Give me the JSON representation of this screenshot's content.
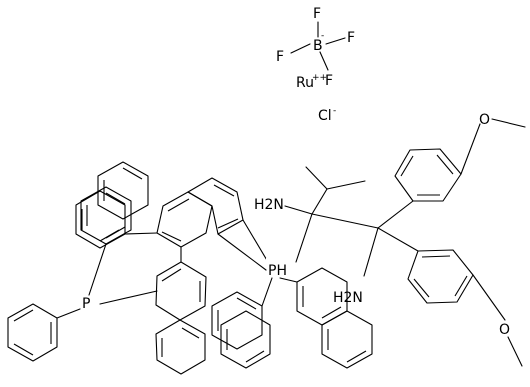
{
  "structure": {
    "atoms": {
      "F_top": "F",
      "F_left": "F",
      "F_right": "F",
      "F_bottom": "F",
      "B": "B",
      "B_charge": "-",
      "Ru": "Ru",
      "Ru_charge": "++",
      "Cl": "Cl",
      "Cl_charge": "-",
      "P_left": "P",
      "PH": "PH",
      "NH2_top": "H2N",
      "NH2_bottom": "H2N",
      "OMe_top": "O",
      "OMe_bottom": "O"
    },
    "colors": {
      "ink": "#000000",
      "background": "#ffffff"
    }
  }
}
